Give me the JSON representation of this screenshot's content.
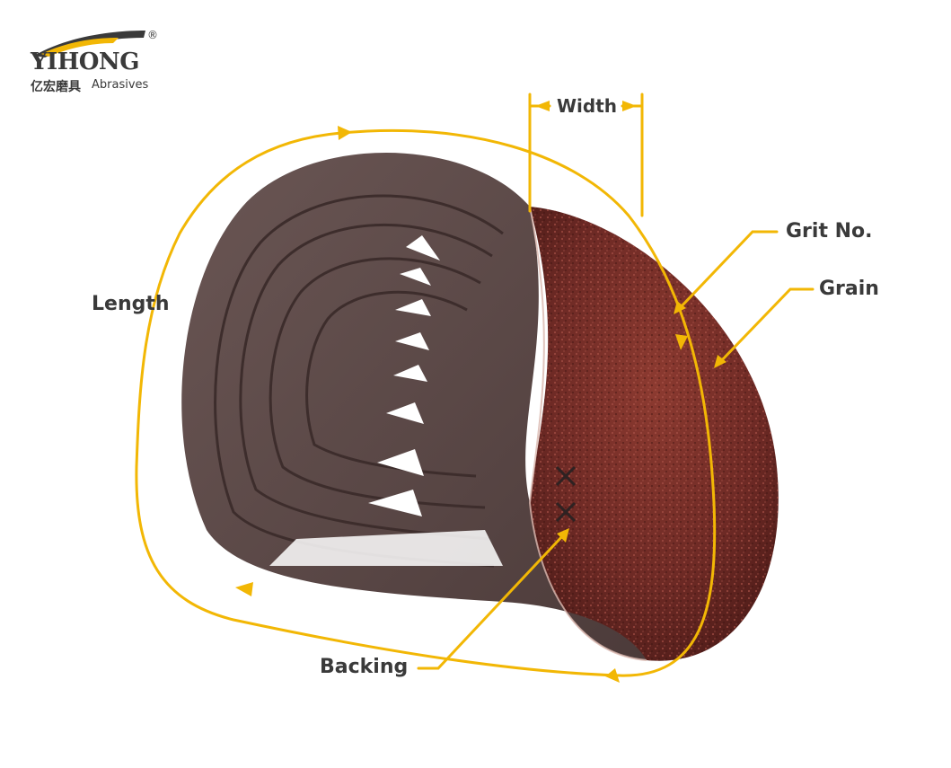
{
  "logo": {
    "brand": "YIHONG",
    "registered": "®",
    "chinese": "亿宏磨具",
    "subtitle": "Abrasives"
  },
  "labels": {
    "width": "Width",
    "grit": "Grit No.",
    "grain": "Grain",
    "length": "Length",
    "backing": "Backing"
  },
  "colors": {
    "annotation": "#f2b705",
    "belt_outer": "#6e2a25",
    "belt_inner": "#5b4a48",
    "text": "#3a3a3a"
  }
}
